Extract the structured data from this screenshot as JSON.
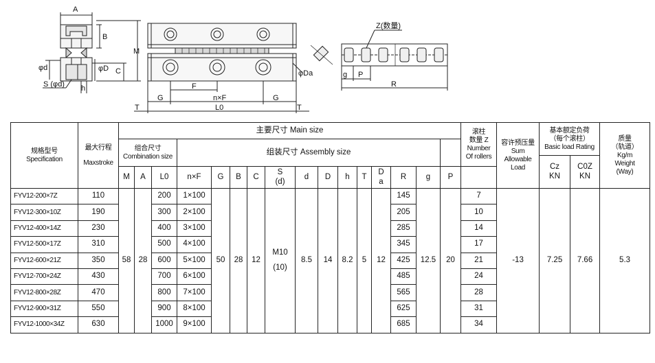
{
  "drawing": {
    "labels": {
      "A": "A",
      "B": "B",
      "M": "M",
      "phi_d": "φd",
      "phi_D": "φD",
      "C": "C",
      "S_phid": "S (φd)",
      "h": "h",
      "G": "G",
      "F": "F",
      "nxF": "n×F",
      "L0": "L0",
      "T": "T",
      "phi_Da": "φDa",
      "Z_count": "Z(数量)",
      "g": "g",
      "P": "P",
      "R": "R"
    }
  },
  "table": {
    "main_size": "主要尺寸 Main size",
    "spec_cn": "规格型号",
    "spec_en": "Specification",
    "stroke_cn": "最大行程",
    "stroke_en": "Maxstroke",
    "comb_cn": "组合尺寸",
    "comb_en": "Combination size",
    "assembly": "组装尺寸  Assembly size",
    "rollers_cn": "滚柱",
    "rollers_cn2": "数量 Z",
    "rollers_en1": "Number",
    "rollers_en2": "Of rollers",
    "preload_cn": "容许预压量",
    "preload_en1": "Sum",
    "preload_en2": "Allowable",
    "preload_en3": "Load",
    "rating_cn1": "基本额定负荷",
    "rating_cn2": "（每个滚柱）",
    "rating_en": "Basic load Rating",
    "weight_cn1": "质量",
    "weight_cn2": "（轨道）",
    "weight_en1": "Kg/m",
    "weight_en2": "Weight",
    "weight_en3": "(Way)",
    "cols": {
      "M": "M",
      "A": "A",
      "L0": "L0",
      "nF": "n×F",
      "G": "G",
      "B": "B",
      "C": "C",
      "S": "S",
      "S_d": "(d)",
      "d": "d",
      "D": "D",
      "h": "h",
      "T": "T",
      "Da_1": "D",
      "Da_2": "a",
      "R": "R",
      "g": "g",
      "P": "P",
      "Cz_1": "Cz",
      "Cz_2": "KN",
      "C0z_1": "C0Z",
      "C0z_2": "KN"
    },
    "rows": [
      {
        "spec": "FYV12-200×7Z",
        "stroke": "110",
        "L0": "200",
        "nF": "1×100",
        "R": "145",
        "Z": "7"
      },
      {
        "spec": "FYV12-300×10Z",
        "stroke": "190",
        "L0": "300",
        "nF": "2×100",
        "R": "205",
        "Z": "10"
      },
      {
        "spec": "FYV12-400×14Z",
        "stroke": "230",
        "L0": "400",
        "nF": "3×100",
        "R": "285",
        "Z": "14"
      },
      {
        "spec": "FYV12-500×17Z",
        "stroke": "310",
        "L0": "500",
        "nF": "4×100",
        "R": "345",
        "Z": "17"
      },
      {
        "spec": "FYV12-600×21Z",
        "stroke": "350",
        "L0": "600",
        "nF": "5×100",
        "R": "425",
        "Z": "21"
      },
      {
        "spec": "FYV12-700×24Z",
        "stroke": "430",
        "L0": "700",
        "nF": "6×100",
        "R": "485",
        "Z": "24"
      },
      {
        "spec": "FYV12-800×28Z",
        "stroke": "470",
        "L0": "800",
        "nF": "7×100",
        "R": "565",
        "Z": "28"
      },
      {
        "spec": "FYV12-900×31Z",
        "stroke": "550",
        "L0": "900",
        "nF": "8×100",
        "R": "625",
        "Z": "31"
      },
      {
        "spec": "FYV12-1000×34Z",
        "stroke": "630",
        "L0": "1000",
        "nF": "9×100",
        "R": "685",
        "Z": "34"
      }
    ],
    "common": {
      "M": "58",
      "A": "28",
      "G": "50",
      "B": "28",
      "C": "12",
      "S": "M10",
      "S_d": "(10)",
      "d": "8.5",
      "D": "14",
      "h": "8.2",
      "T": "5",
      "Da": "12",
      "g": "12.5",
      "P": "20",
      "preload": "-13",
      "Cz": "7.25",
      "C0z": "7.66",
      "weight": "5.3"
    }
  }
}
